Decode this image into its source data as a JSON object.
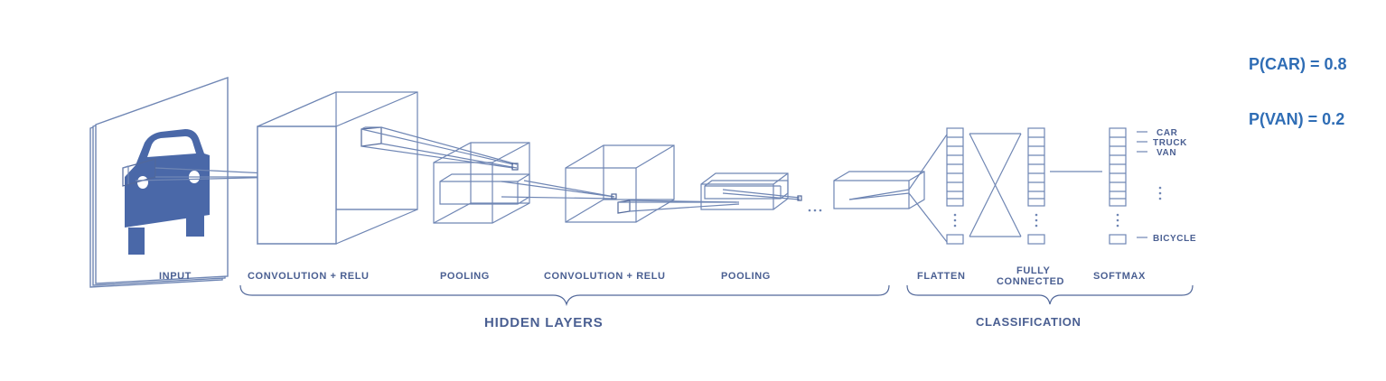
{
  "colors": {
    "line": "#6f86b4",
    "label": "#4a5f92",
    "car_fill": "#4a68a8",
    "probability_text": "#2f6db5"
  },
  "stages": {
    "input": "INPUT",
    "conv1": "CONVOLUTION + RELU",
    "pool1": "POOLING",
    "conv2": "CONVOLUTION + RELU",
    "pool2": "POOLING",
    "flatten": "FLATTEN",
    "fully_connected_line1": "FULLY",
    "fully_connected_line2": "CONNECTED",
    "softmax": "SOFTMAX"
  },
  "groups": {
    "hidden": "HIDDEN LAYERS",
    "classification": "CLASSIFICATION"
  },
  "classes": [
    "CAR",
    "TRUCK",
    "VAN",
    "BICYCLE"
  ],
  "probabilities": [
    {
      "label": "P(CAR) = 0.8"
    },
    {
      "label": "P(VAN) = 0.2"
    }
  ],
  "icons": {
    "input_image": "car-icon"
  }
}
